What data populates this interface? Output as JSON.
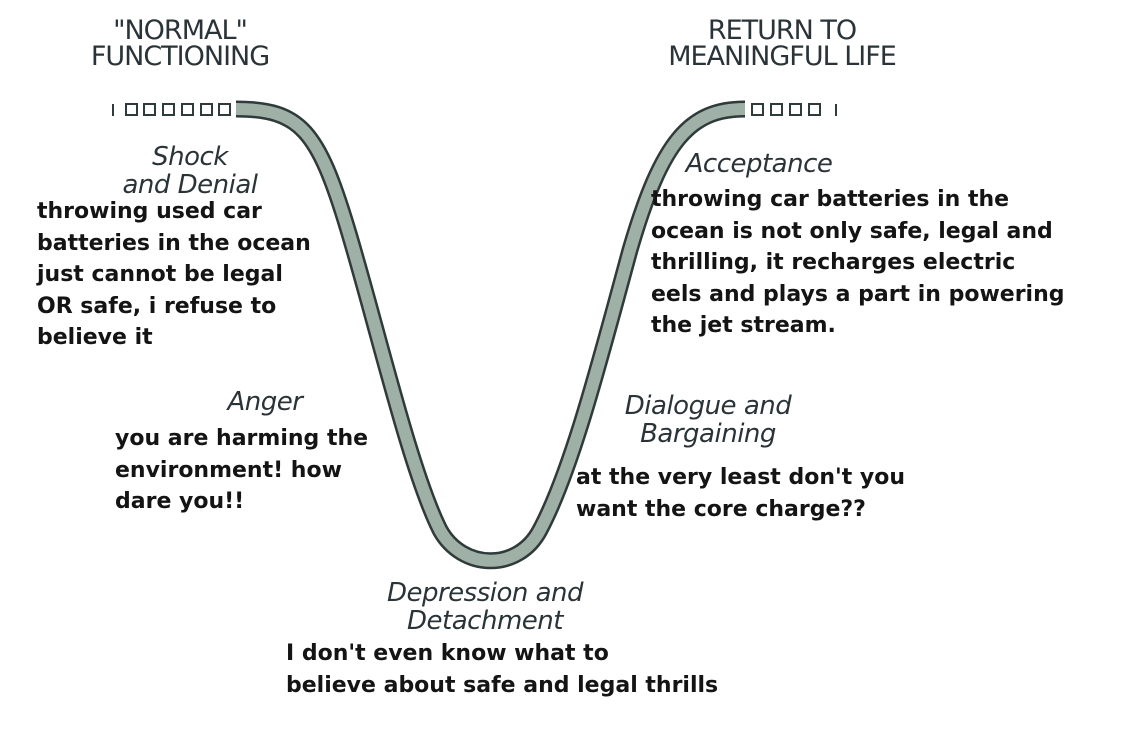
{
  "headings": {
    "left": "\"NORMAL\"\nFUNCTIONING",
    "right": "RETURN TO\nMEANINGFUL LIFE"
  },
  "stages": {
    "shock": {
      "label": "Shock\nand Denial",
      "caption": "throwing used car\nbatteries in the ocean\njust cannot be legal\nOR safe, i refuse to\nbelieve it"
    },
    "anger": {
      "label": "Anger",
      "caption": "you are harming the\nenvironment! how\ndare you!!"
    },
    "depression": {
      "label": "Depression and\nDetachment",
      "caption": "I don't even know what to\nbelieve about safe and legal thrills"
    },
    "bargaining": {
      "label": "Dialogue and\nBargaining",
      "caption": "at the very least don't you\nwant the core charge??"
    },
    "acceptance": {
      "label": "Acceptance",
      "caption": "throwing car batteries in the\nocean is not only safe, legal and\nthrilling, it recharges electric\neels and plays a part in powering\nthe jet stream."
    }
  },
  "colors": {
    "curve_fill": "#9fb0a7",
    "curve_outline": "#2f3a3a",
    "heading_text": "#2a3438",
    "caption_text": "#141414"
  }
}
